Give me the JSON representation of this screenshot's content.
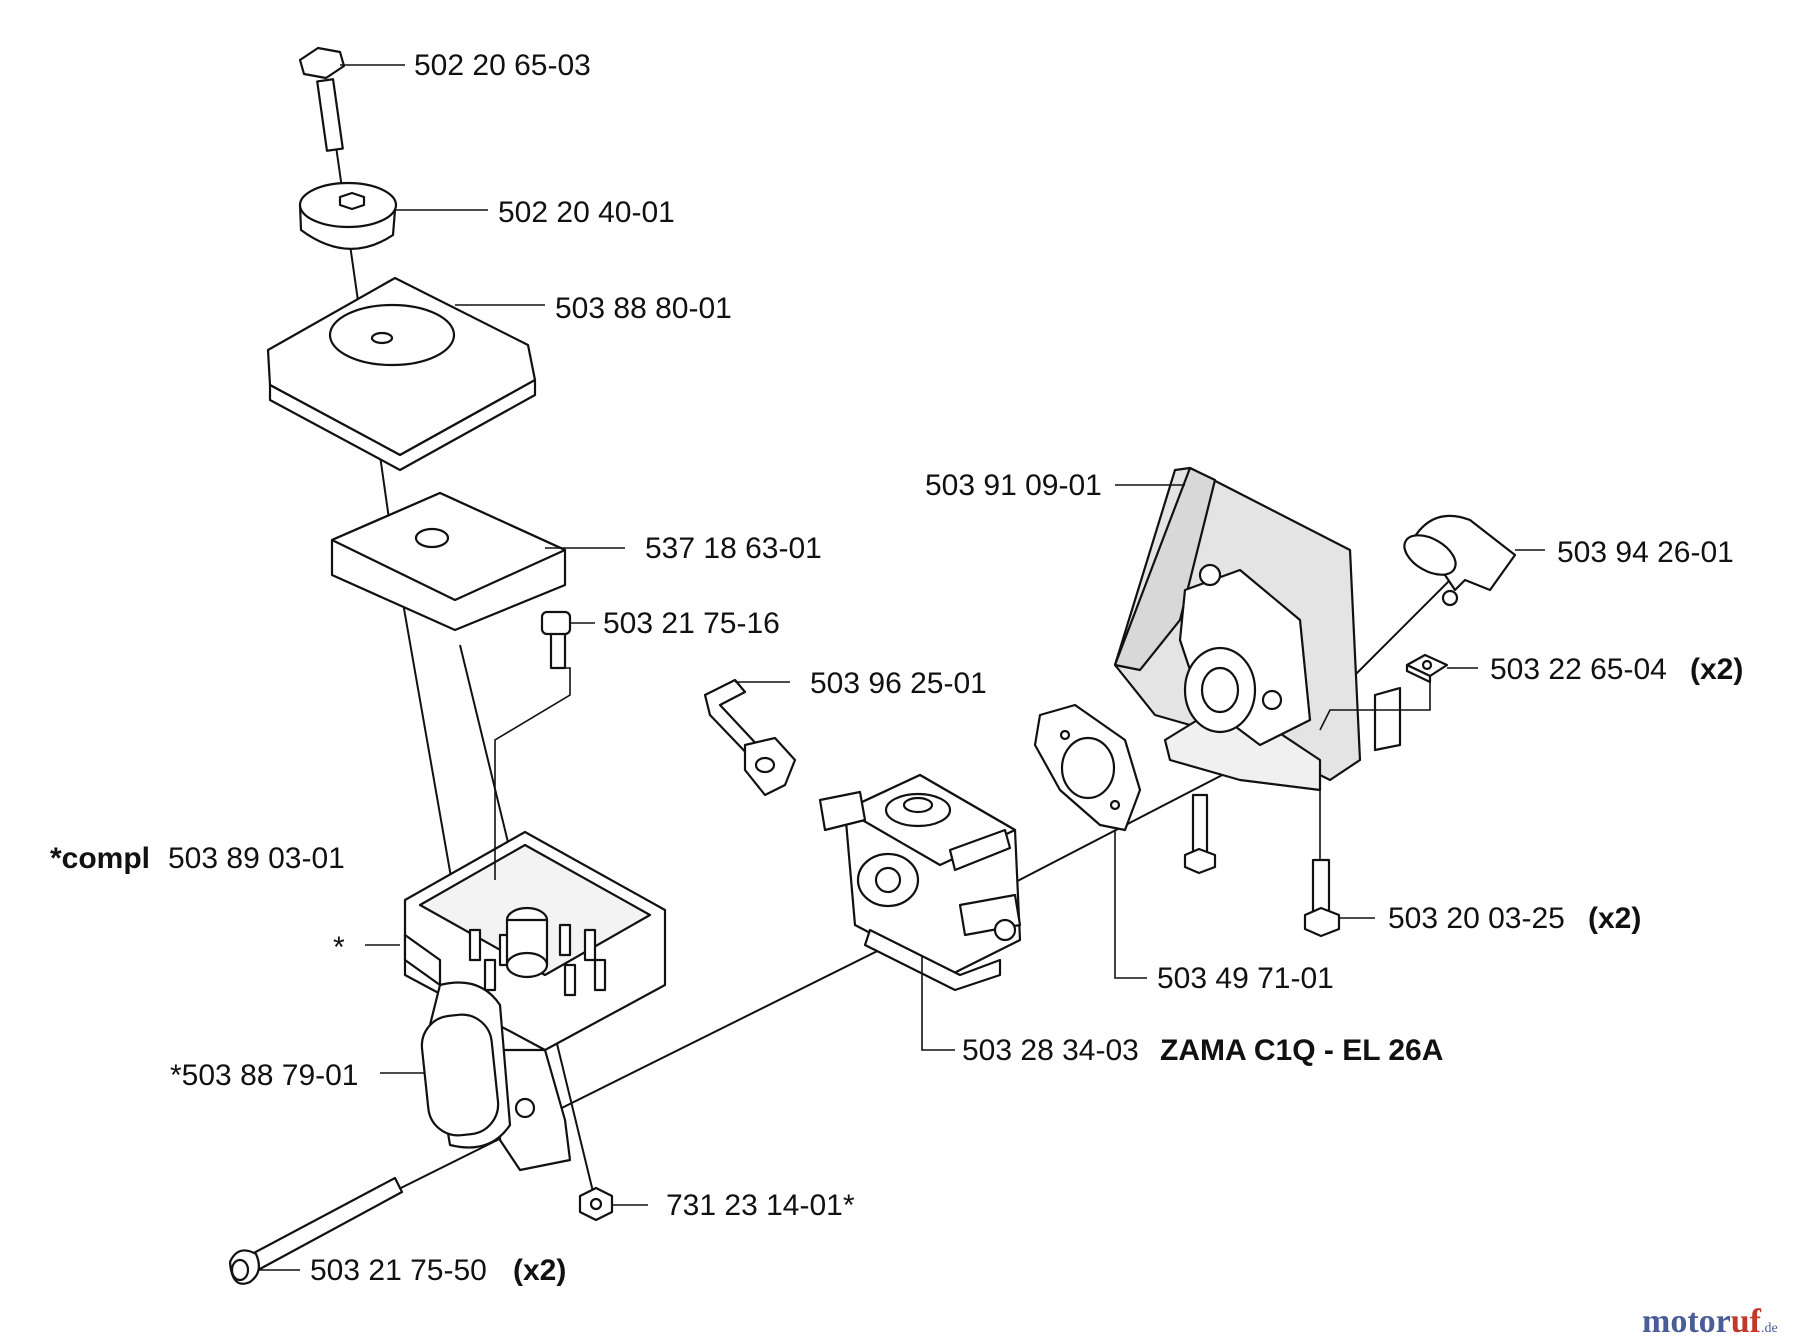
{
  "labels": [
    {
      "id": "bolt-top",
      "num": "502 20 65-03",
      "suffix": ""
    },
    {
      "id": "knob",
      "num": "502 20 40-01",
      "suffix": ""
    },
    {
      "id": "filter-cover",
      "num": "503 88 80-01",
      "suffix": ""
    },
    {
      "id": "filter-pad",
      "num": "537 18 63-01",
      "suffix": ""
    },
    {
      "id": "screw-small",
      "num": "503 21 75-16",
      "suffix": ""
    },
    {
      "id": "compl",
      "prefix": "*compl",
      "num": "503 89 03-01",
      "suffix": ""
    },
    {
      "id": "asterisk",
      "num": "*",
      "suffix": ""
    },
    {
      "id": "primer-bulb",
      "num": "*503 88 79-01",
      "suffix": ""
    },
    {
      "id": "nut",
      "num": "731 23 14-01*",
      "suffix": ""
    },
    {
      "id": "long-bolt",
      "num": "503 21 75-50",
      "suffix": "(x2)"
    },
    {
      "id": "fuel-hose",
      "num": "503 96 25-01",
      "suffix": ""
    },
    {
      "id": "housing",
      "num": "503 91 09-01",
      "suffix": ""
    },
    {
      "id": "sleeve",
      "num": "503 94 26-01",
      "suffix": ""
    },
    {
      "id": "square-nut",
      "num": "503 22 65-04",
      "suffix": "(x2)"
    },
    {
      "id": "screw-long",
      "num": "503 20 03-25",
      "suffix": "(x2)"
    },
    {
      "id": "gasket",
      "num": "503 49 71-01",
      "suffix": ""
    },
    {
      "id": "carburetor",
      "num": "503 28 34-03",
      "suffix": "ZAMA C1Q - EL 26A"
    }
  ],
  "watermark": {
    "part_a": "motor",
    "part_b": "uf",
    "part_c": ".de"
  }
}
